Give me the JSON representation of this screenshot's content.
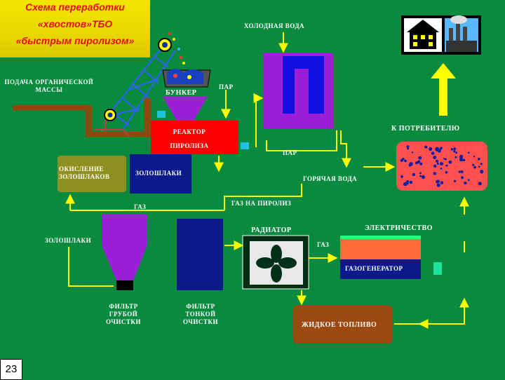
{
  "title": {
    "line1": "Схема переработки",
    "line2": "«хвостов»ТБО",
    "line3": "«быстрым пиролизом»"
  },
  "page_number": "23",
  "labels": {
    "cold_water": "ХОЛОДНАЯ ВОДА",
    "feed_line1": "ПОДАЧА ОРГАНИЧЕСКОЙ",
    "feed_line2": "МАССЫ",
    "bunker": "БУНКЕР",
    "steam_top": "ПАР",
    "reactor_line1": "РЕАКТОР",
    "reactor_line2": "ПИРОЛИЗА",
    "to_consumer": "К ПОТРЕБИТЕЛЮ",
    "steam_mid": "ПАР",
    "oxidation_line1": "ОКИСЛЕНИЕ",
    "oxidation_line2": "ЗОЛОШЛАКОВ",
    "ash_box": "ЗОЛОШЛАКИ",
    "hot_water": "ГОРЯЧАЯ ВОДА",
    "gas_pyrolysis": "ГАЗ НА ПИРОЛИЗ",
    "gas_left": "ГАЗ",
    "radiator": "РАДИАТОР",
    "electricity": "ЭЛЕКТРИЧЕСТВО",
    "ash_left": "ЗОЛОШЛАКИ",
    "gas_right": "ГАЗ",
    "gas_generator": "ГАЗОГЕНЕРАТОР",
    "coarse_filter_line1": "ФИЛЬТР",
    "coarse_filter_line2": "ГРУБОЙ",
    "coarse_filter_line3": "ОЧИСТКИ",
    "fine_filter_line1": "ФИЛЬТР",
    "fine_filter_line2": "ТОНКОЙ",
    "fine_filter_line3": "ОЧИСТКИ",
    "liquid_fuel": "ЖИДКОЕ ТОПЛИВО"
  },
  "colors": {
    "background": "#0a8a3e",
    "reactor": "#ff0000",
    "purple": "#9b1fd6",
    "navy": "#0a1a8a",
    "olive": "#8f8f22",
    "brown": "#9a4a10",
    "arrow": "#ffff00",
    "title_bg": "#f2e600",
    "title_text": "#e01010"
  }
}
